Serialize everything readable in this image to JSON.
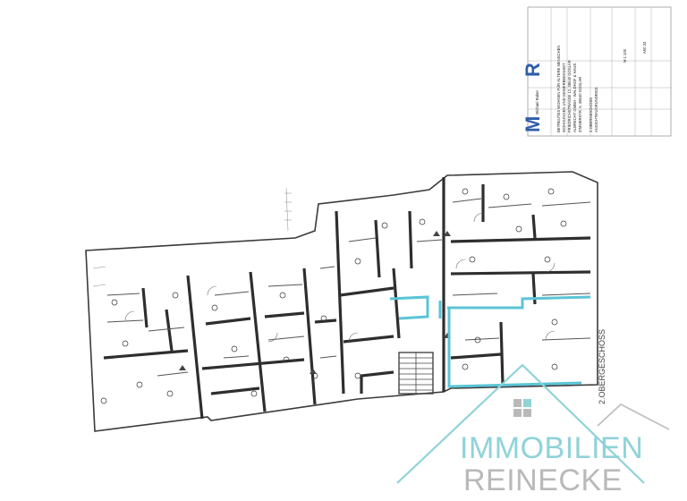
{
  "watermark": {
    "line1": "IMMOBILIEN",
    "line2": "REINECKE"
  },
  "floor_label": "2.OBERGESCHOSS",
  "titleblock": {
    "company": "Michael Raber",
    "project_lines": [
      "BETREUTES WOHNEN FÜR ÄLTERE MENSCHEN",
      "WOHNUNGEN UND GEWERBEEINHEIT",
      "FRIEDRICHSTRASSE 12, 38640 GOSLAR",
      "ALBRECHT GMBH - WALDHOF & HAUS",
      "ZIMMERSTR. 5, 38640 GOSLAR"
    ],
    "plan_lines": [
      "2.OBERGESCHOSS",
      "ANSICHTEN/GRUNDRISS"
    ],
    "scale": "M 1:100",
    "sheet": "A50 33"
  },
  "colors": {
    "highlight": "#5bc4d6",
    "wall": "#3a3a3a",
    "watermark_teal": "#8fd3d8",
    "watermark_grey": "#b8b8b8"
  }
}
